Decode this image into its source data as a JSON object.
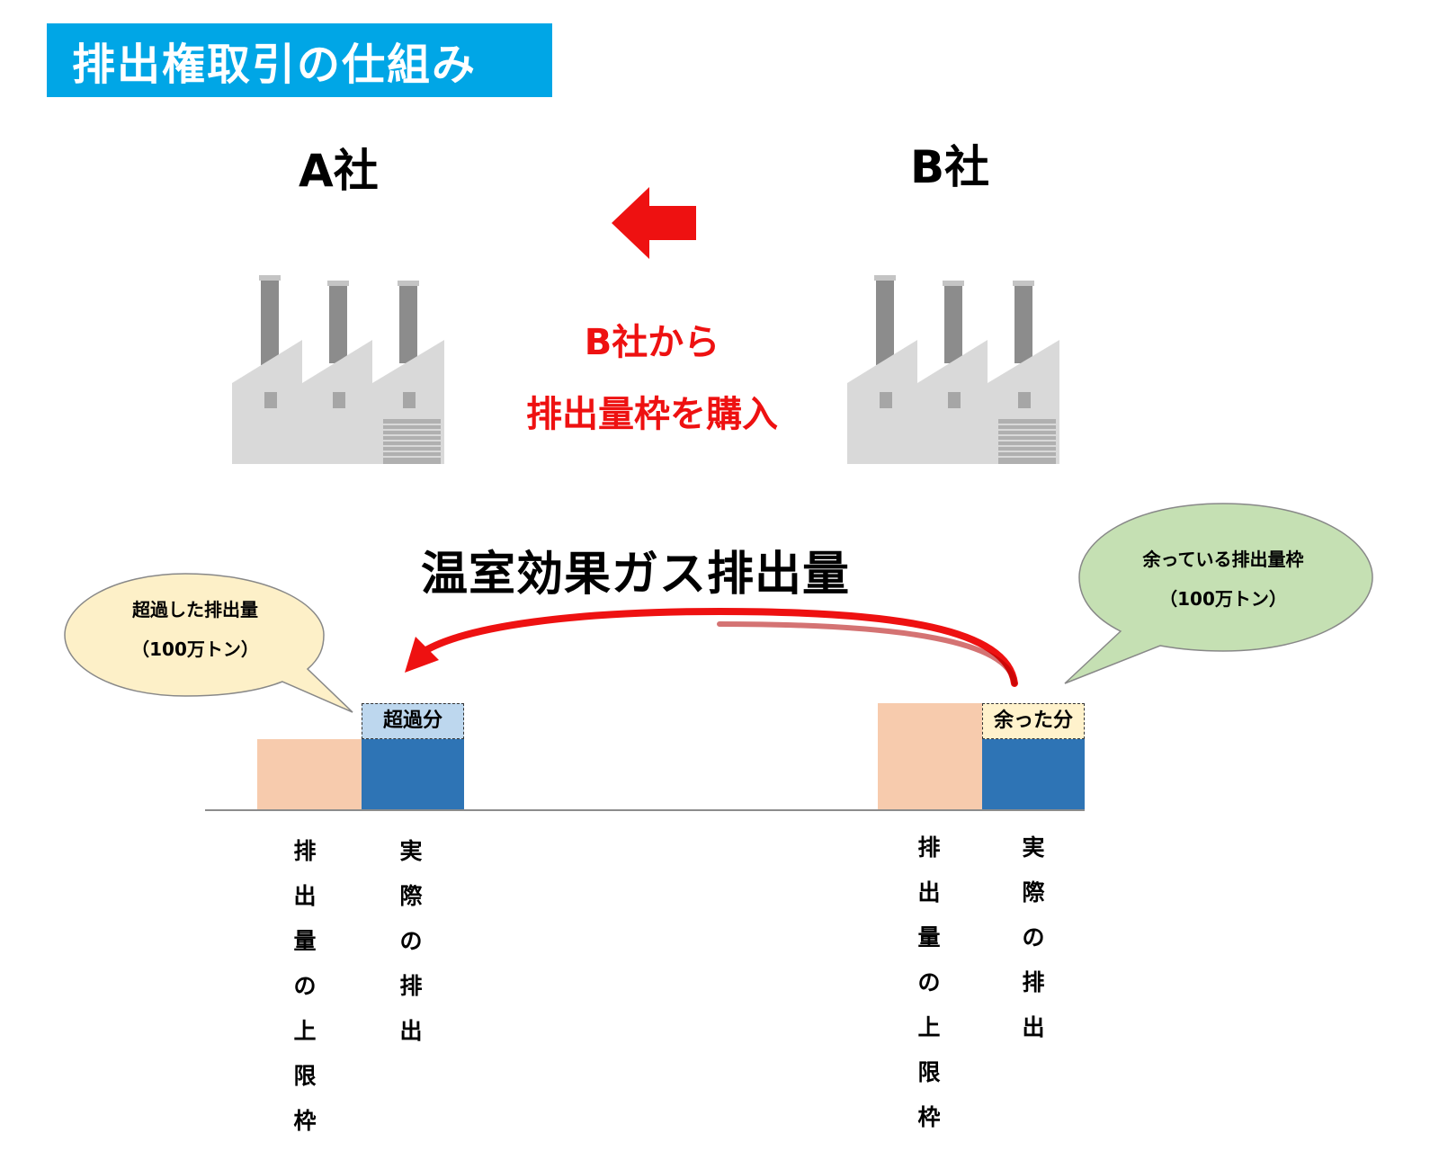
{
  "title": "排出権取引の仕組み",
  "company_a": "A社",
  "company_b": "B社",
  "transfer_text": {
    "line1": "B社から",
    "line2": "排出量枠を購入"
  },
  "center_heading": "温室効果ガス排出量",
  "bubble_a": {
    "line1": "超過した排出量",
    "line2": "（100万トン）"
  },
  "bubble_b": {
    "line1": "余っている排出量枠",
    "line2": "（100万トン）"
  },
  "a_excess_label": "超過分",
  "b_surplus_label": "余った分",
  "labels": {
    "cap": "排出量の上限枠",
    "actual": "実際の排出"
  },
  "colors": {
    "title_bg": "#00a6e6",
    "red": "#ee1111",
    "cap_bar": "#f7cbad",
    "actual_bar": "#2e74b5",
    "excess_box": "#bdd7ee",
    "surplus_box": "#fff2cc",
    "bubble_a": "#fdf0c8",
    "bubble_b": "#c5e0b3",
    "factory": "#d9d9d9"
  },
  "icons": [
    "factory-icon",
    "left-arrow-icon",
    "curved-arrow-icon",
    "speech-bubble"
  ]
}
